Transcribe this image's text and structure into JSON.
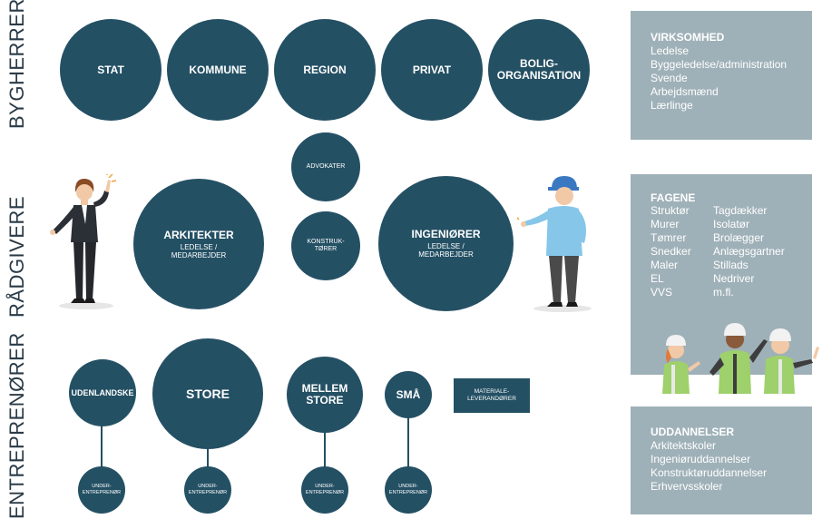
{
  "side_labels": {
    "bygherrer": "BYGHERRER",
    "raadgivere": "RÅDGIVERE",
    "entreprenoerer": "ENTREPRENØRER"
  },
  "bygherrer": [
    "STAT",
    "KOMMUNE",
    "REGION",
    "PRIVAT",
    "BOLIG-\nORGANISATION"
  ],
  "raadgivere": {
    "arkitekter": {
      "title": "ARKITEKTER",
      "sub": "LEDELSE /\nMEDARBEJDER"
    },
    "ingenioerer": {
      "title": "INGENIØRER",
      "sub": "LEDELSE /\nMEDARBEJDER"
    },
    "advokater": "ADVOKATER",
    "konstruktoerer": "KONSTRUK-\nTØRER"
  },
  "entreprenoerer": {
    "udenlandske": "UDENLANDSKE",
    "store": "STORE",
    "mellemstore": "MELLEM\nSTORE",
    "smaa": "SMÅ",
    "materiale": "MATERIALE-\nLEVERANDØRER",
    "under": "UNDER-\nENTREPRENØR"
  },
  "virksomhed": {
    "heading": "VIRKSOMHED",
    "items": [
      "Ledelse",
      "Byggeledelse/administration",
      "Svende",
      "Arbejdsmænd",
      "Lærlinge"
    ]
  },
  "fagene": {
    "heading": "FAGENE",
    "col1": [
      "Struktør",
      "Murer",
      "Tømrer",
      "Snedker",
      "Maler",
      "EL",
      "VVS"
    ],
    "col2": [
      "Tagdækker",
      "Isolatør",
      "Brolægger",
      "Anlægsgartner",
      "Stillads",
      "Nedriver",
      "m.fl."
    ]
  },
  "uddannelser": {
    "heading": "UDDANNELSER",
    "items": [
      "Arkitektskoler",
      "Ingeniøruddannelser",
      "Konstruktøruddannelser",
      "Erhvervsskoler"
    ]
  },
  "colors": {
    "circle": "#245064",
    "box": "#9fb1b8",
    "label": "#2a3b47"
  }
}
